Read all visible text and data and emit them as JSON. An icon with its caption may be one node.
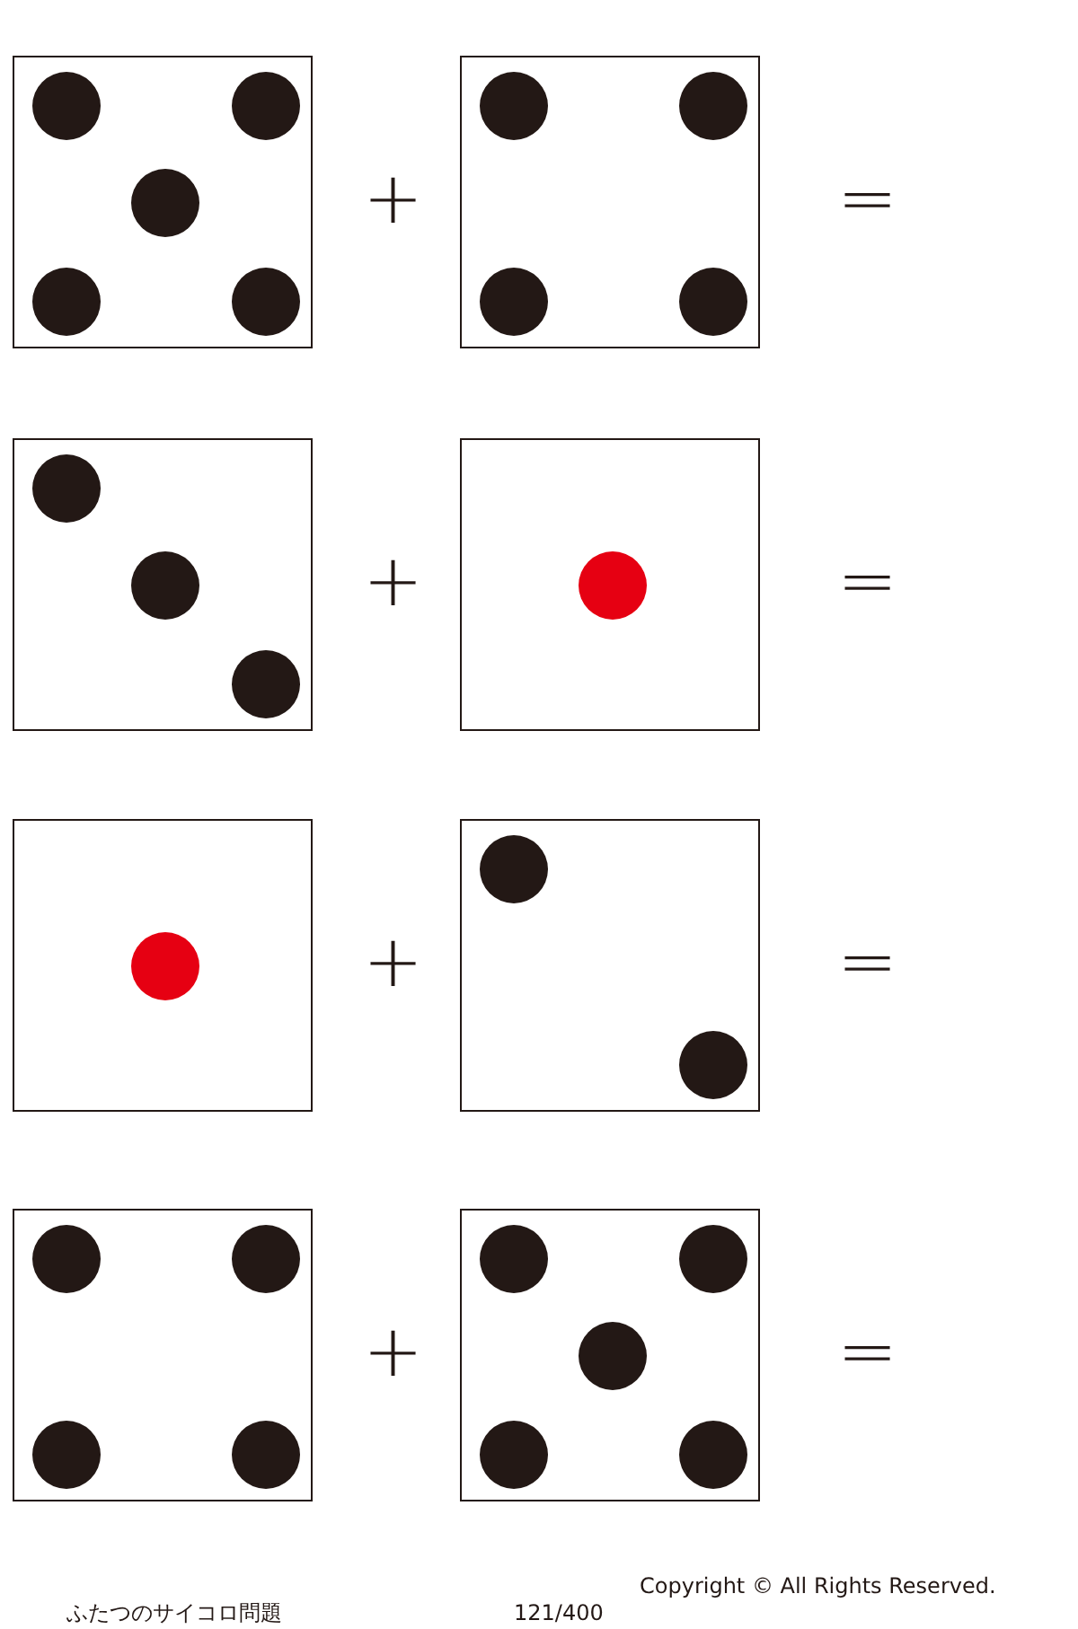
{
  "diagram": {
    "nodes": [
      {
        "text": [],
        "shape": "box"
      },
      {
        "text": [],
        "shape": "box"
      },
      {
        "text": [],
        "shape": "box"
      },
      {
        "text": [],
        "shape": "box"
      },
      {
        "text": [],
        "shape": "box"
      },
      {
        "text": [],
        "shape": "box"
      },
      {
        "text": [],
        "shape": "box"
      },
      {
        "text": [],
        "shape": "box"
      }
    ],
    "labels": [
      "+",
      "=",
      "+",
      "=",
      "+",
      "=",
      "+",
      "=",
      "Copyright © All Rights Reserved.",
      "ふたつのサイコロ問題",
      "121/400"
    ]
  }
}
